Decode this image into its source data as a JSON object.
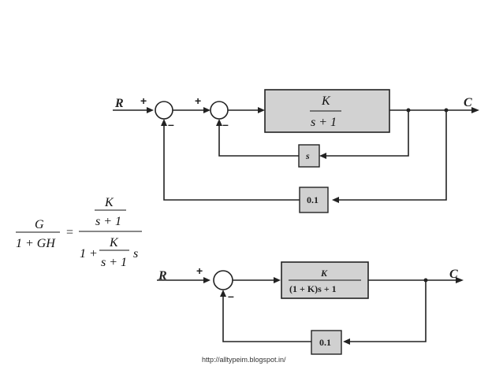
{
  "diagram1": {
    "input": "R",
    "output": "C",
    "sum1_plus": "+",
    "sum1_minus": "–",
    "sum2_plus": "+",
    "sum2_minus": "–",
    "forward_block_num": "K",
    "forward_block_den": "s + 1",
    "inner_feedback": "s",
    "outer_feedback": "0.1"
  },
  "equation": {
    "lhs_num": "G",
    "lhs_den": "1 + GH",
    "equals": "=",
    "rhs_num_num": "K",
    "rhs_num_den": "s + 1",
    "rhs_den_one": "1 +",
    "rhs_den_k": "K",
    "rhs_den_frac_den": "s + 1",
    "rhs_den_s": "s"
  },
  "diagram2": {
    "input": "R",
    "output": "C",
    "sum_plus": "+",
    "sum_minus": "–",
    "forward_block_num": "K",
    "forward_block_den": "(1 + K)s + 1",
    "feedback": "0.1"
  },
  "footer_url": "http://alltypeim.blogspot.in/"
}
